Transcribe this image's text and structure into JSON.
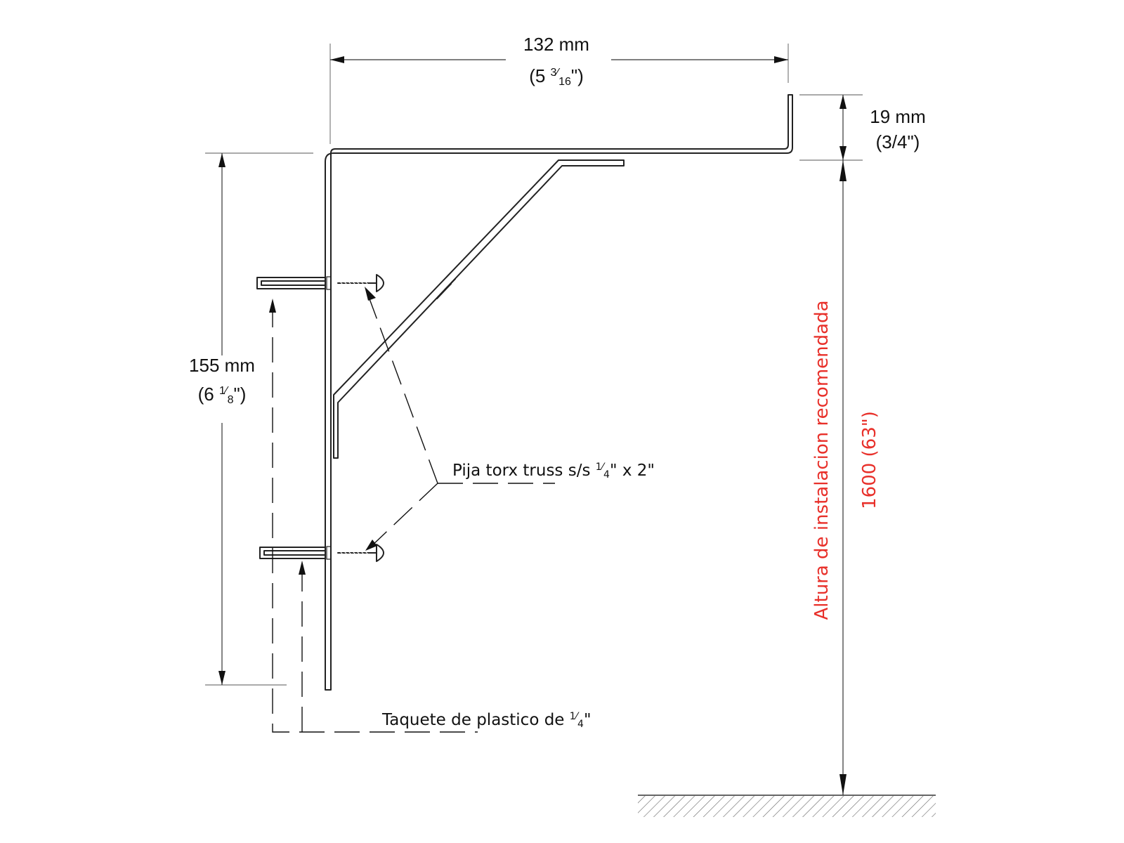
{
  "dimensions": {
    "width_mm": "132 mm",
    "width_in_whole": "(5 ",
    "width_in_num": "3",
    "width_in_den": "16",
    "width_in_close": "\")",
    "lip_mm": "19 mm",
    "lip_in": "(3/4\")",
    "height_mm": "155 mm",
    "height_in_whole": "(6 ",
    "height_in_num": "1",
    "height_in_den": "8",
    "height_in_close": "\")"
  },
  "callouts": {
    "screw_prefix": "Pija torx truss s/s ",
    "screw_num": "1",
    "screw_den": "4",
    "screw_suffix": "\" x 2\"",
    "anchor_prefix": "Taquete de plastico de ",
    "anchor_num": "1",
    "anchor_den": "4",
    "anchor_suffix": "\""
  },
  "installation": {
    "label": "Altura de instalacion recomendada",
    "height": "1600 (63\")"
  },
  "colors": {
    "lines": "#222222",
    "text": "#111111",
    "installation_text": "#e8302a"
  }
}
